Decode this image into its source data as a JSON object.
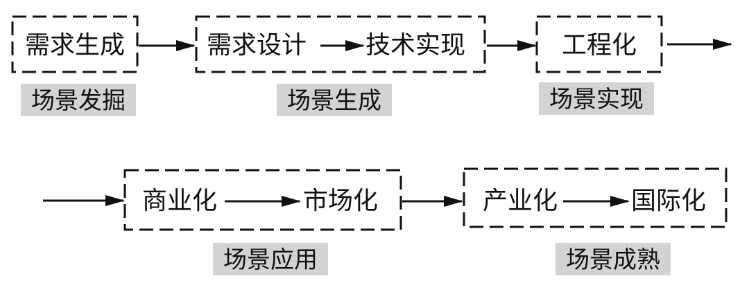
{
  "flow": {
    "row1": {
      "box1": {
        "text": "需求生成"
      },
      "box2": {
        "left_text": "需求设计",
        "right_text": "技术实现"
      },
      "box3": {
        "text": "工程化"
      }
    },
    "row2": {
      "box4": {
        "left_text": "商业化",
        "right_text": "市场化"
      },
      "box5": {
        "left_text": "产业化",
        "right_text": "国际化"
      }
    }
  },
  "stages": {
    "discovery": "场景发掘",
    "generation": "场景生成",
    "realization": "场景实现",
    "application": "场景应用",
    "maturity": "场景成熟"
  },
  "colors": {
    "stroke": "#111111",
    "label_background": "#d3d3d3",
    "background": "#ffffff"
  }
}
